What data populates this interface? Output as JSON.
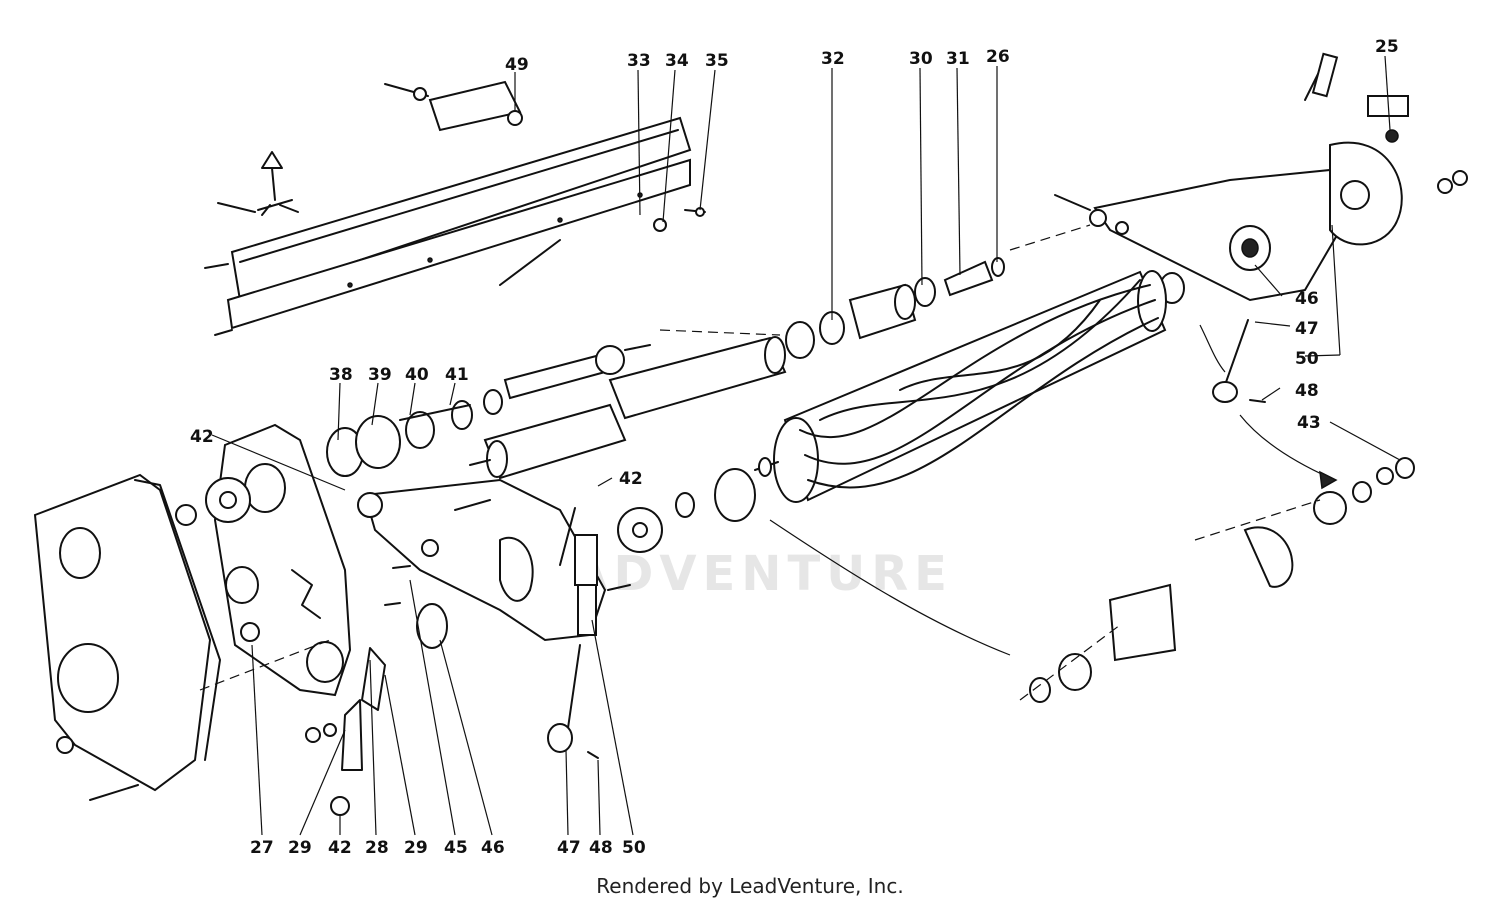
{
  "watermark": "LEADVENTURE",
  "credit": "Rendered by LeadVenture, Inc.",
  "callouts": [
    "49",
    "33",
    "34",
    "35",
    "32",
    "30",
    "31",
    "26",
    "25",
    "38",
    "39",
    "40",
    "41",
    "42",
    "42",
    "46",
    "47",
    "50",
    "48",
    "43",
    "27",
    "29",
    "42",
    "28",
    "29",
    "45",
    "46",
    "47",
    "48",
    "50"
  ]
}
